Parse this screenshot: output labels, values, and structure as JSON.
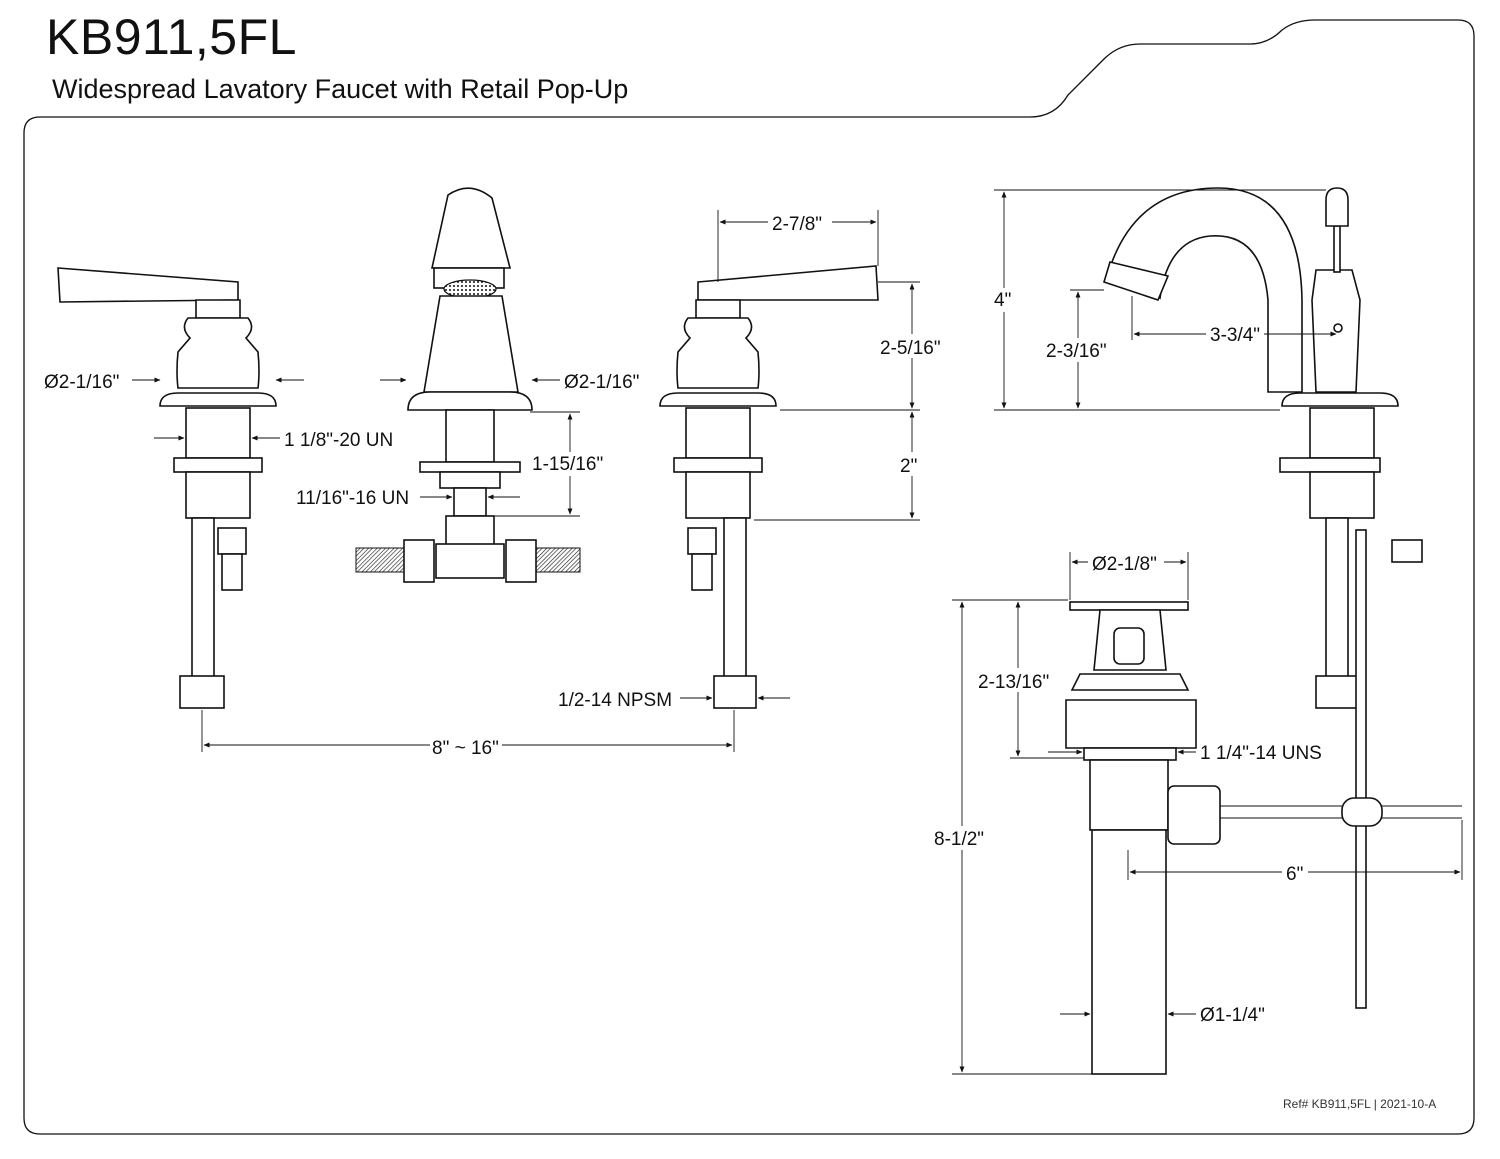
{
  "header": {
    "title": "KB911,5FL",
    "subtitle": "Widespread Lavatory Faucet with Retail Pop-Up"
  },
  "dimensions": {
    "handle_flange_dia_left": "Ø2-1/16\"",
    "handle_thread": "1 1/8\"-20 UN",
    "spout_flange_dia": "Ø2-1/16\"",
    "spout_shank_length": "1-15/16\"",
    "spout_thread": "11/16\"-16 UN",
    "handle_reach": "2-7/8\"",
    "handle_height": "2-5/16\"",
    "shank_length": "2\"",
    "supply_thread": "1/2-14 NPSM",
    "spread": "8\" ~ 16\"",
    "overall_height": "4\"",
    "spout_height": "2-3/16\"",
    "spout_reach": "3-3/4\"",
    "drain_flange_dia": "Ø2-1/8\"",
    "drain_flange_height": "2-13/16\"",
    "drain_thread": "1 1/4\"-14 UNS",
    "drain_length": "8-1/2\"",
    "lift_rod_length": "6\"",
    "tailpiece_dia": "Ø1-1/4\""
  },
  "footer": {
    "ref": "Ref# KB911,5FL | 2021-10-A"
  }
}
